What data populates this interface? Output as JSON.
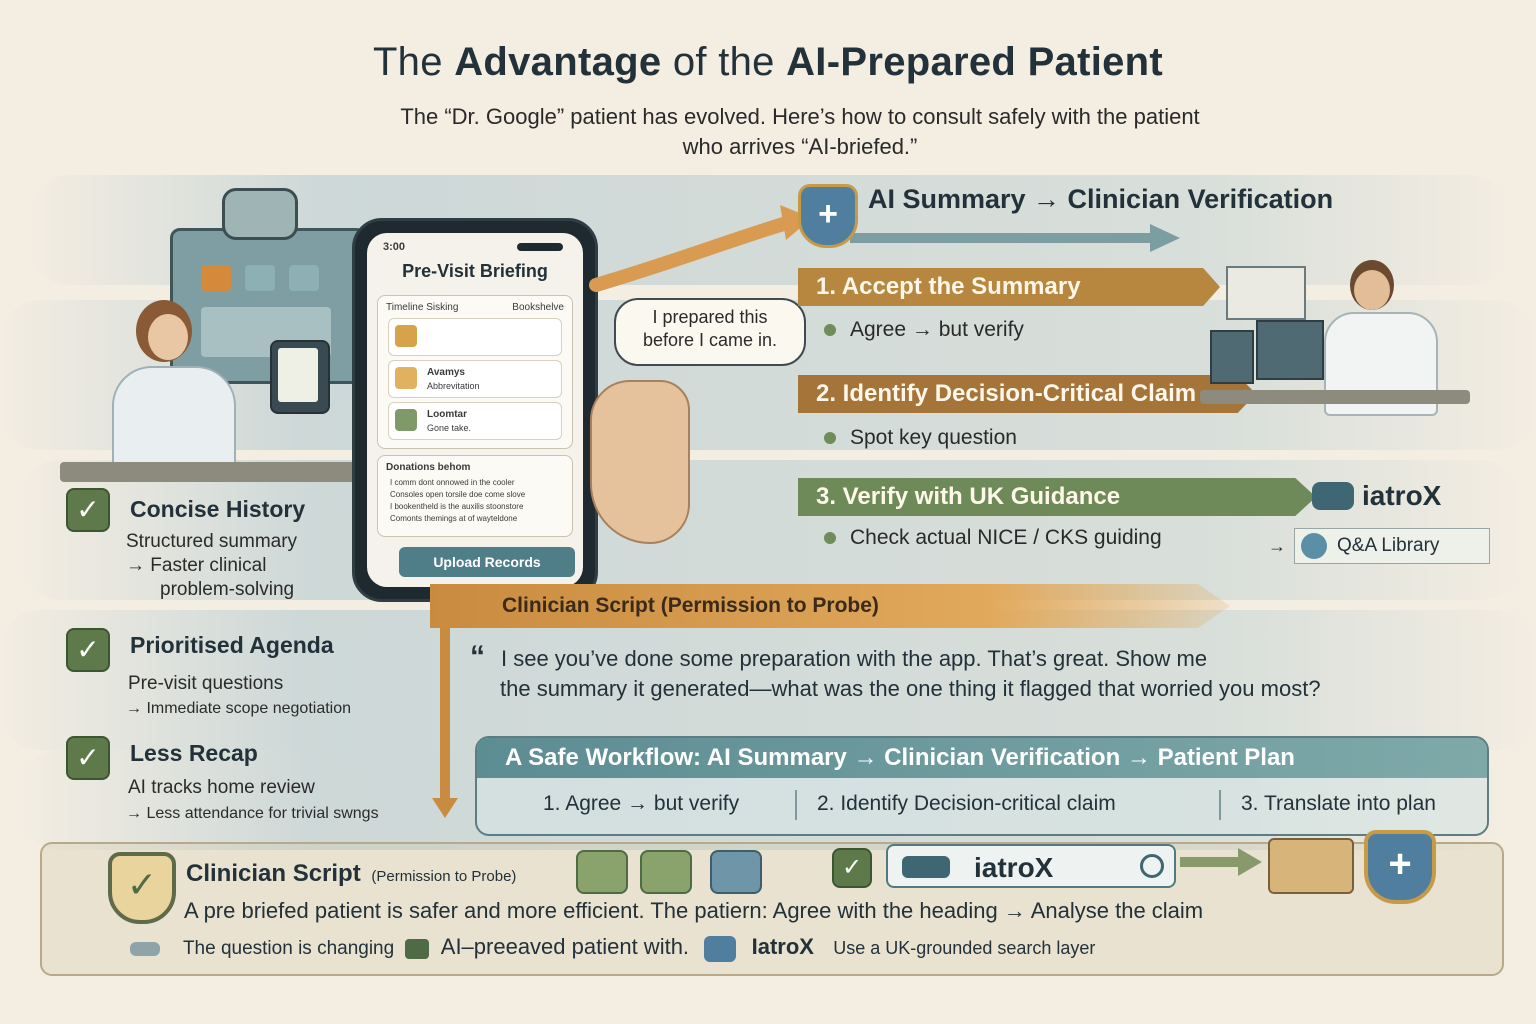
{
  "title": {
    "pre": "The ",
    "bold1": "Advantage",
    "mid": " of the ",
    "bold2": "AI-Prepared Patient"
  },
  "subtitle": {
    "line1": "The “Dr. Google” patient has evolved. Here’s how to consult safely with the patient",
    "line2": "who arrives “AI-briefed.”"
  },
  "verification": {
    "heading": "AI Summary → Clinician Verification"
  },
  "steps": [
    {
      "label": "1. Accept the Summary",
      "bullet": "Agree → but verify",
      "color": "#b7863f"
    },
    {
      "label": "2. Identify Decision-Critical Claim",
      "bullet": "Spot key question",
      "color": "#a57438"
    },
    {
      "label": "3. Verify with UK Guidance",
      "bullet": "Check actual NICE / CKS guiding",
      "color": "#6d8a58"
    }
  ],
  "iatrox_logo": "iatroX",
  "qa_library": "Q&A Library",
  "speech_bubble": {
    "line1": "I prepared this",
    "line2": "before I came in."
  },
  "phone": {
    "time": "3:00",
    "title": "Pre-Visit Briefing",
    "card1_header": "Timeline Sisking",
    "card1_header_right": "Bookshelve",
    "items": [
      "Avamys",
      "Loomtar"
    ],
    "item_subs": [
      "Abbrevitation",
      "Gone take."
    ],
    "card2_header": "Donations behom",
    "card2_lines": [
      "I comm dont onnowed in the cooler",
      "Consoles open torsile doe come slove",
      "I bookentheld is the auxilis stoonstore",
      "Comonts themings at of wayteldone"
    ],
    "upload_button": "Upload Records"
  },
  "left_benefits": [
    {
      "title": "Concise History",
      "sub1": "Structured summary",
      "sub2": "→ Faster clinical",
      "sub3": "problem-solving"
    },
    {
      "title": "Prioritised Agenda",
      "sub1": "Pre-visit questions",
      "sub2": "→ Immediate scope negotiation"
    },
    {
      "title": "Less Recap",
      "sub1": "AI tracks home review",
      "sub2": "→ Less attendance for trivial swngs"
    }
  ],
  "clinician_script": {
    "banner": "Clinician Script (Permission to Probe)",
    "quote_mark": "“",
    "quote_line1": "I see you’ve done some preparation with the app. That’s great. Show me",
    "quote_line2": "the summary it generated—what was the one thing it flagged that worried you most?"
  },
  "workflow": {
    "heading": "A Safe Workflow:  AI Summary → Clinician Verification → Patient Plan",
    "items": [
      "1. Agree → but verify",
      "2. Identify Decision-critical claim",
      "3. Translate into plan"
    ]
  },
  "bottom": {
    "script_title": "Clinician Script",
    "script_sub": "(Permission to Probe)",
    "iatrox": "iatroX",
    "line1": "A pre briefed patient is safer and more efficient. The patiern: Agree with the heading → Analyse the claim",
    "line2_a": "The question is changing",
    "line2_b": "AI–preeaved patient with.",
    "line2_c": "IatroX",
    "line2_d": "Use a UK-grounded search layer"
  }
}
